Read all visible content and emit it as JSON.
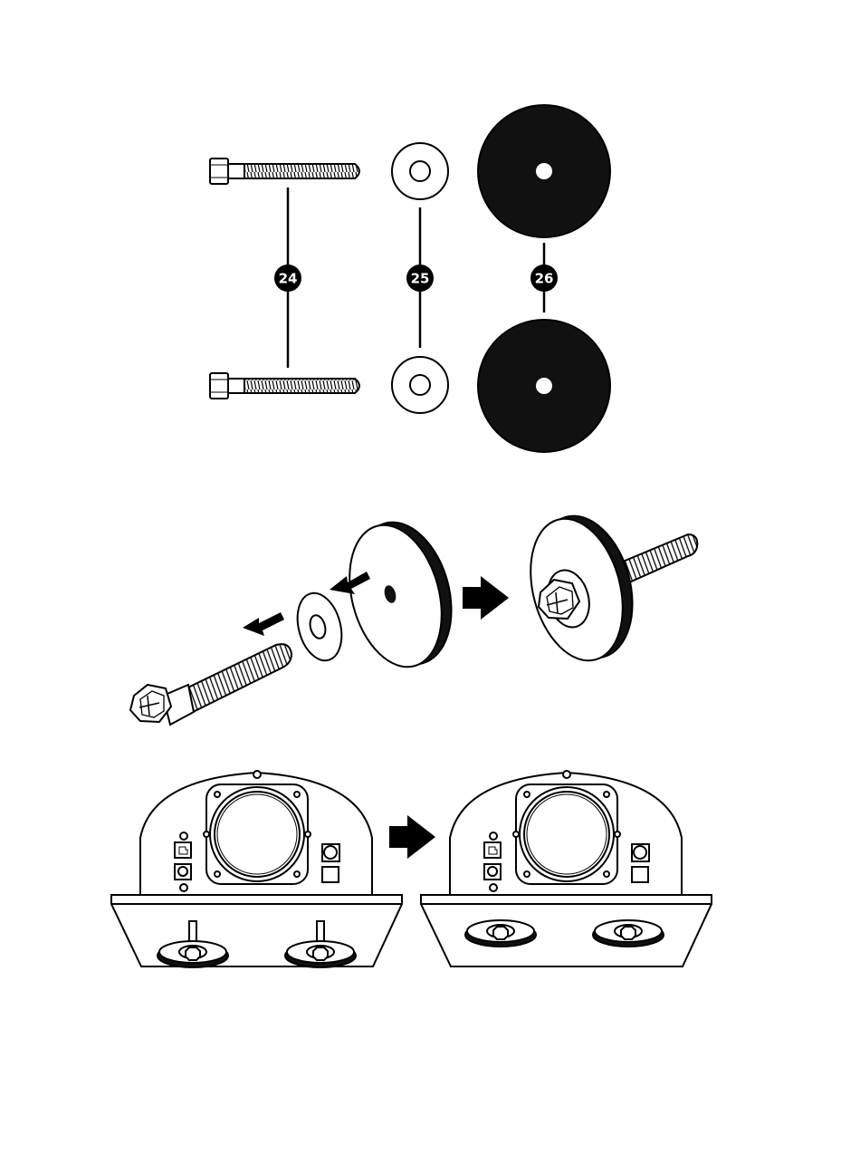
{
  "parts": {
    "bolt_label": "24",
    "washer_label": "25",
    "pad_label": "26"
  },
  "colors": {
    "line": "#000000",
    "background": "#ffffff",
    "pad_fill": "#111111"
  },
  "icons": {
    "step_arrow": "right-arrow-icon",
    "insert_arrow": "arrow-icon"
  }
}
